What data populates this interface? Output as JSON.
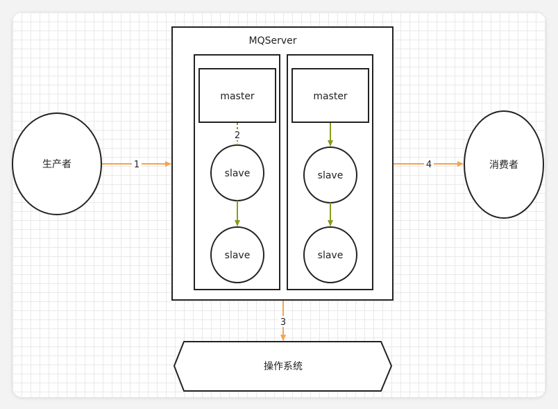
{
  "diagram": {
    "server_title": "MQServer",
    "producer": "生产者",
    "consumer": "消费者",
    "os": "操作系统",
    "master_left": "master",
    "master_right": "master",
    "slave_left_1": "slave",
    "slave_left_2": "slave",
    "slave_right_1": "slave",
    "slave_right_2": "slave",
    "edge_1": "1",
    "edge_2": "2",
    "edge_3": "3",
    "edge_4": "4"
  },
  "colors": {
    "orange_arrow": "#f5a34a",
    "green_arrow": "#8a9a1a",
    "stroke": "#222222"
  }
}
